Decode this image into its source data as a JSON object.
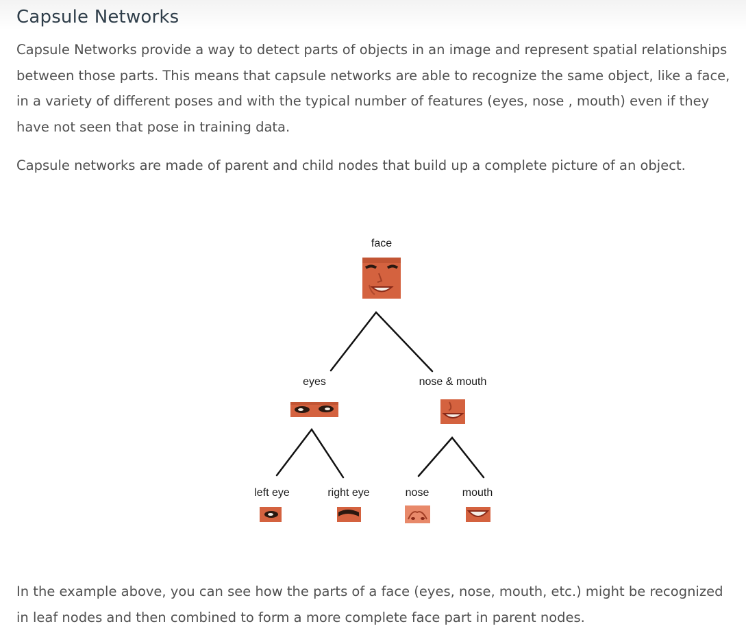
{
  "header": {
    "title": "Capsule Networks"
  },
  "content": {
    "paragraph_1": "Capsule Networks provide a way to detect parts of objects in an image and represent spatial relationships between those parts. This means that capsule networks are able to recognize the same object, like a face, in a variety of different poses and with the typical number of features (eyes, nose , mouth) even if they have not seen that pose in training data.",
    "paragraph_2": "Capsule networks are made of parent and child nodes that build up a complete picture of an object.",
    "paragraph_3": "In the example above, you can see how the parts of a face (eyes, nose, mouth, etc.) might be recognized in leaf nodes and then combined to form a more complete face part in parent nodes."
  },
  "diagram": {
    "nodes": {
      "face": "face",
      "eyes": "eyes",
      "nose_mouth": "nose & mouth",
      "left_eye": "left eye",
      "right_eye": "right eye",
      "nose": "nose",
      "mouth": "mouth"
    },
    "colors": {
      "skin": "#d4623f",
      "skin_light": "#e8896a",
      "dark": "#2a1810",
      "teeth": "#f4eee6",
      "line": "#111111"
    }
  }
}
